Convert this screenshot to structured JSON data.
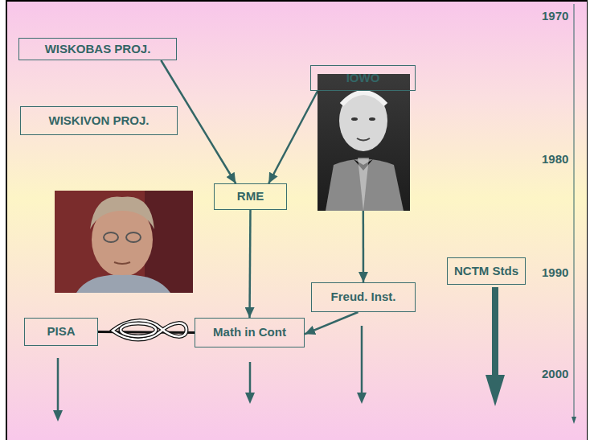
{
  "diagram": {
    "nodes": [
      {
        "text": [
          "WISKOBAS PROJ."
        ]
      },
      {
        "text": [
          "IOWO"
        ]
      },
      {
        "text": [
          "WISKIVON PROJ."
        ]
      },
      {
        "text": [
          "RME"
        ]
      },
      {
        "text": [
          "NCTM Stds"
        ]
      },
      {
        "text": [
          "Freud. Inst."
        ]
      },
      {
        "text": [
          "PISA"
        ]
      },
      {
        "text": [
          "Math in Cont"
        ]
      }
    ],
    "edges": [
      {
        "from": 0,
        "to": 3,
        "arrow": "to"
      },
      {
        "from": 1,
        "to": 3,
        "arrow": "to"
      },
      {
        "from": 3,
        "to": 7,
        "arrow": "to"
      },
      {
        "from": 1,
        "to": 5,
        "arrow": "to"
      },
      {
        "from": 5,
        "to": 7,
        "arrow": "to"
      },
      {
        "from": 6,
        "to": 7,
        "arrow": "none"
      }
    ],
    "labels": [
      "1970",
      "1980",
      "1990",
      "2000"
    ]
  }
}
